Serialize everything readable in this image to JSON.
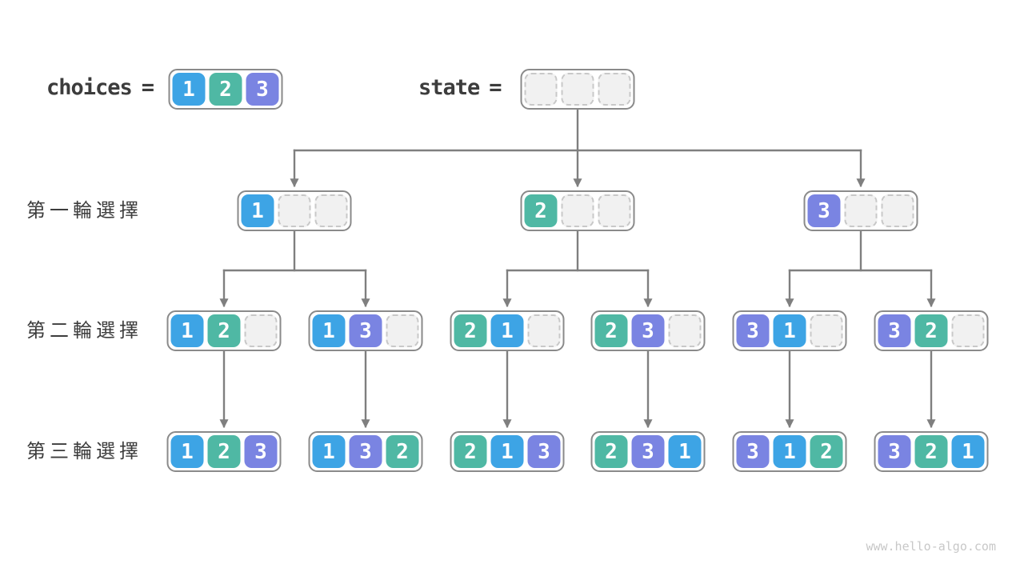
{
  "header": {
    "choices_label": "choices",
    "equals": "=",
    "state_label": "state"
  },
  "choices": [
    1,
    2,
    3
  ],
  "state": [
    null,
    null,
    null
  ],
  "rows": [
    {
      "label": "第一輪選擇",
      "nodes": [
        [
          1,
          null,
          null
        ],
        [
          2,
          null,
          null
        ],
        [
          3,
          null,
          null
        ]
      ]
    },
    {
      "label": "第二輪選擇",
      "nodes": [
        [
          1,
          2,
          null
        ],
        [
          1,
          3,
          null
        ],
        [
          2,
          1,
          null
        ],
        [
          2,
          3,
          null
        ],
        [
          3,
          1,
          null
        ],
        [
          3,
          2,
          null
        ]
      ]
    },
    {
      "label": "第三輪選擇",
      "nodes": [
        [
          1,
          2,
          3
        ],
        [
          1,
          3,
          2
        ],
        [
          2,
          1,
          3
        ],
        [
          2,
          3,
          1
        ],
        [
          3,
          1,
          2
        ],
        [
          3,
          2,
          1
        ]
      ]
    }
  ],
  "watermark": "www.hello-algo.com",
  "colors": {
    "value_1": "#3DA4E5",
    "value_2": "#4FB8A4",
    "value_3": "#7A84E2",
    "connector": "#7F7F7F",
    "node_border": "#8A8A8A",
    "empty_fill": "#F1F1F1",
    "empty_border": "#C8C8C8",
    "label_text": "#3C3C3C",
    "watermark_text": "#C8C8C8"
  }
}
